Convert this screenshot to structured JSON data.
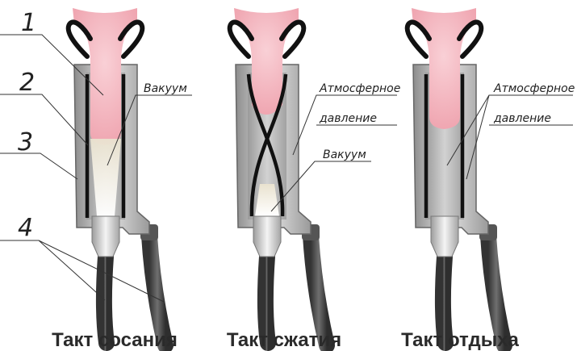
{
  "parts": {
    "p1": "1",
    "p2": "2",
    "p3": "3",
    "p4": "4"
  },
  "annotations": {
    "vacuum_1": "Вакуум",
    "atm_2": "Атмосферное",
    "pressure_2": "давление",
    "vacuum_2": "Вакуум",
    "atm_3": "Атмосферное",
    "pressure_3": "давление"
  },
  "captions": {
    "suck": "Такт сосания",
    "squeeze": "Такт сжатия",
    "rest": "Такт отдыха"
  },
  "colors": {
    "teat": "#f2b6c0",
    "liner": "#111111",
    "shell": "#a7a7a7",
    "tube": "#555555"
  }
}
